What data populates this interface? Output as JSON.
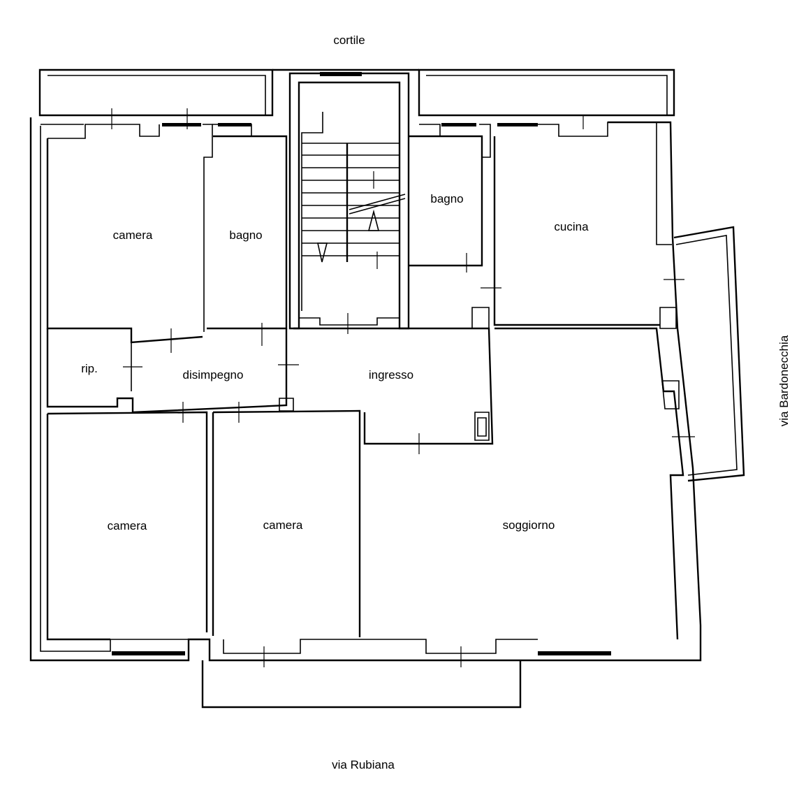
{
  "labels": {
    "top_street": "cortile",
    "bottom_street": "via Rubiana",
    "right_street": "via Bardonecchia"
  },
  "rooms": {
    "camera_nw": "camera",
    "bagno_w": "bagno",
    "bagno_e": "bagno",
    "cucina": "cucina",
    "rip": "rip.",
    "disimpegno": "disimpegno",
    "ingresso": "ingresso",
    "camera_sw": "camera",
    "camera_s": "camera",
    "soggiorno": "soggiorno"
  }
}
